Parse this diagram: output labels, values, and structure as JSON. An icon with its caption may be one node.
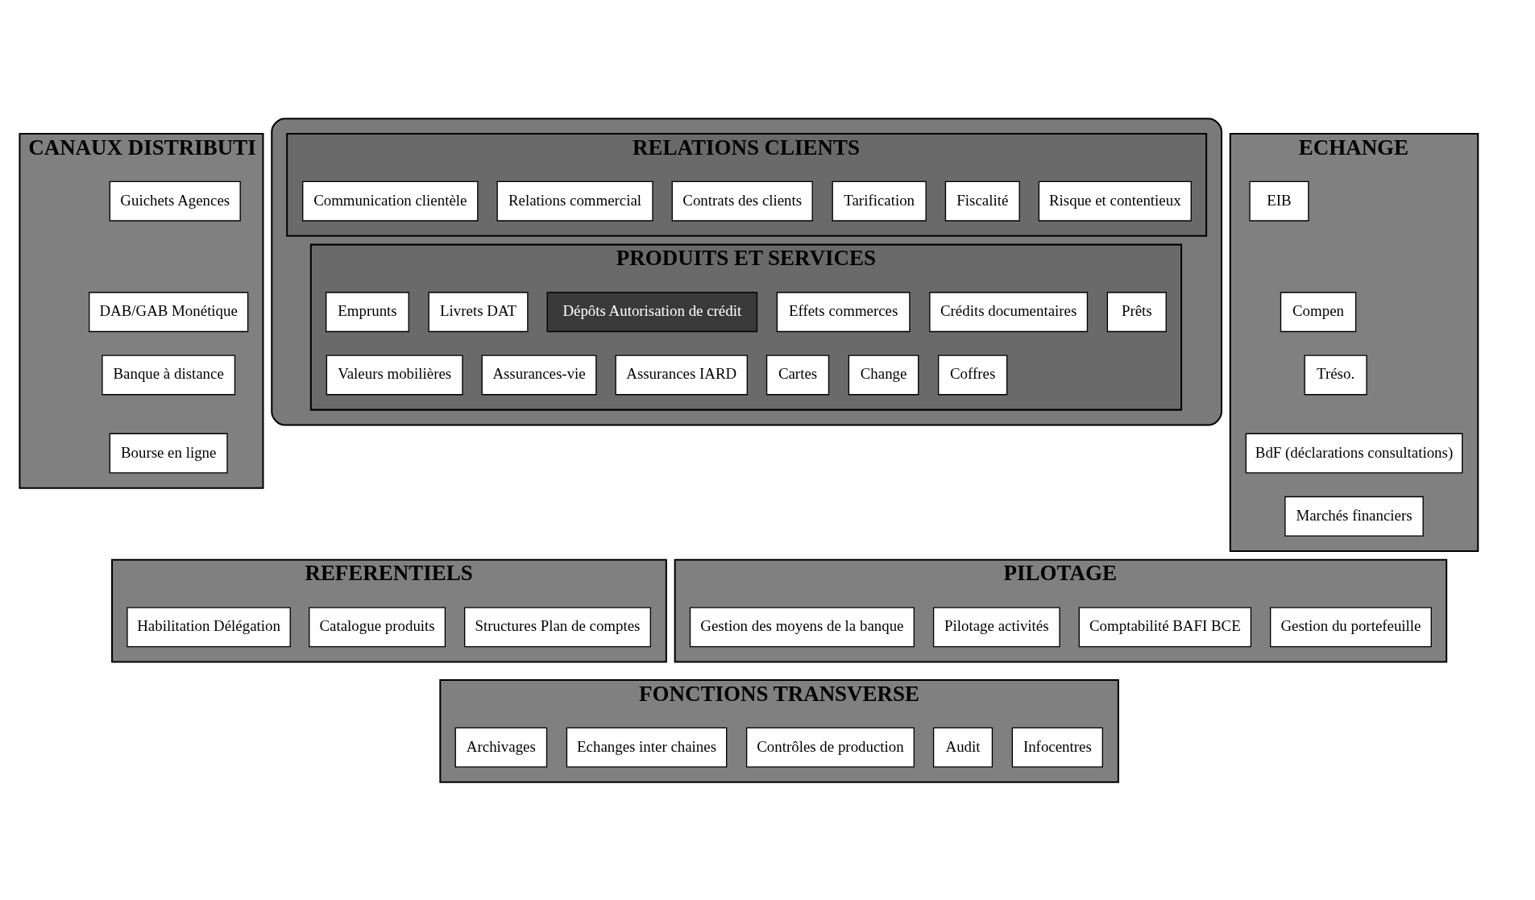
{
  "diagram": {
    "nodes": [
      {
        "text": [
          "CANAUX DISTRIBUTI"
        ]
      },
      {
        "text": [
          "Guichets Agences"
        ],
        "in": 0
      },
      {
        "text": [
          "DAB/GAB Monétique"
        ],
        "in": 0
      },
      {
        "text": [
          "Banque à distance"
        ],
        "in": 0
      },
      {
        "text": [
          "Bourse en ligne"
        ],
        "in": 0
      },
      {
        "text": [],
        "shape": "box"
      },
      {
        "text": [
          "RELATIONS CLIENTS"
        ],
        "in": 5
      },
      {
        "text": [
          "Communication clientèle"
        ],
        "in": 6
      },
      {
        "text": [
          "Relations commercial"
        ],
        "in": 6
      },
      {
        "text": [
          "Contrats des clients"
        ],
        "in": 6
      },
      {
        "text": [
          "Tarification"
        ],
        "in": 6
      },
      {
        "text": [
          "Fiscalité"
        ],
        "in": 6
      },
      {
        "text": [
          "Risque et contentieux"
        ],
        "in": 6
      },
      {
        "text": [
          "PRODUITS ET SERVICES"
        ],
        "in": 5
      },
      {
        "text": [
          "Emprunts"
        ],
        "in": 13
      },
      {
        "text": [
          "Livrets DAT"
        ],
        "in": 13
      },
      {
        "text": [
          "Dépôts Autorisation de crédit"
        ],
        "in": 13
      },
      {
        "text": [
          "Effets commerces"
        ],
        "in": 13
      },
      {
        "text": [
          "Crédits documentaires"
        ],
        "in": 13
      },
      {
        "text": [
          "Prêts"
        ],
        "in": 13
      },
      {
        "text": [
          "Valeurs mobilières"
        ],
        "in": 13
      },
      {
        "text": [
          "Assurances-vie"
        ],
        "in": 13
      },
      {
        "text": [
          "Assurances IARD"
        ],
        "in": 13
      },
      {
        "text": [
          "Cartes"
        ],
        "in": 13
      },
      {
        "text": [
          "Change"
        ],
        "in": 13
      },
      {
        "text": [
          "Coffres"
        ],
        "in": 13
      },
      {
        "text": [
          "ECHANGE"
        ]
      },
      {
        "text": [
          "EIB"
        ],
        "in": 26
      },
      {
        "text": [
          "Compen"
        ],
        "in": 26
      },
      {
        "text": [
          "Tréso."
        ],
        "in": 26
      },
      {
        "text": [
          "BdF (déclarations consultations)"
        ],
        "in": 26
      },
      {
        "text": [
          "Marchés financiers"
        ],
        "in": 26
      },
      {
        "text": [
          "REFERENTIELS"
        ]
      },
      {
        "text": [
          "Habilitation Délégation"
        ],
        "in": 32
      },
      {
        "text": [
          "Catalogue produits"
        ],
        "in": 32
      },
      {
        "text": [
          "Structures Plan de comptes"
        ],
        "in": 32
      },
      {
        "text": [
          "PILOTAGE"
        ]
      },
      {
        "text": [
          "Gestion des moyens de la banque"
        ],
        "in": 36
      },
      {
        "text": [
          "Pilotage activités"
        ],
        "in": 36
      },
      {
        "text": [
          "Comptabilité BAFI BCE"
        ],
        "in": 36
      },
      {
        "text": [
          "Gestion du portefeuille"
        ],
        "in": 36
      },
      {
        "text": [
          "FONCTIONS TRANSVERSE"
        ]
      },
      {
        "text": [
          "Archivages"
        ],
        "in": 41
      },
      {
        "text": [
          "Echanges inter chaines"
        ],
        "in": 41
      },
      {
        "text": [
          "Contrôles de production"
        ],
        "in": 41
      },
      {
        "text": [
          "Audit"
        ],
        "in": 41
      },
      {
        "text": [
          "Infocentres"
        ],
        "in": 41
      }
    ],
    "edges": []
  }
}
